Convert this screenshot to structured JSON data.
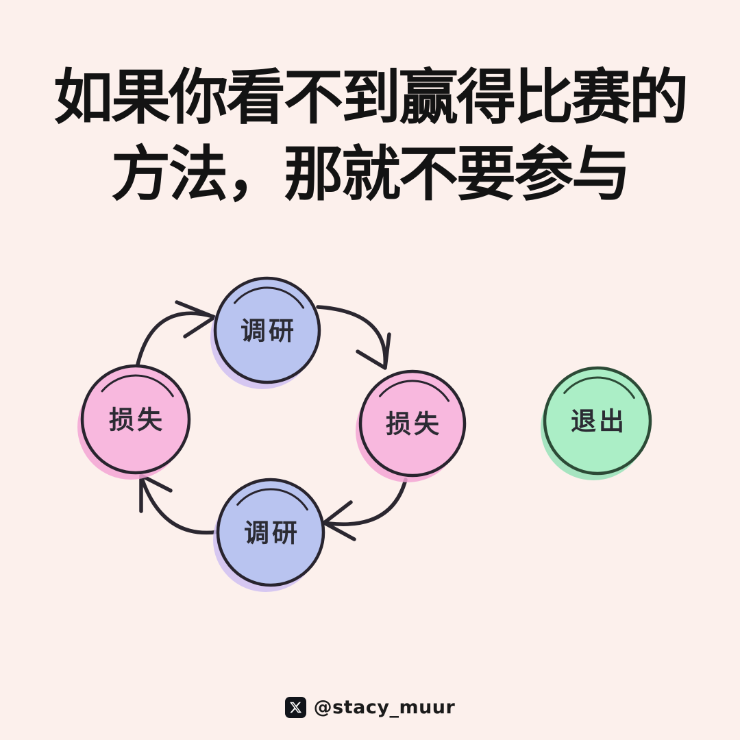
{
  "page": {
    "background_color": "#fcf0ec"
  },
  "title": {
    "line1": "如果你看不到赢得比赛的",
    "line2": "方法，那就不要参与",
    "color": "#131313"
  },
  "diagram": {
    "type": "cycle-with-exit",
    "outline_color": "#28242e",
    "arrow_color": "#2b2730",
    "cycle": [
      {
        "position": "top",
        "label": "调研",
        "fill": "#b9c4f0",
        "shadow": "#cfc0f2"
      },
      {
        "position": "right",
        "label": "损失",
        "fill": "#f8b8de",
        "shadow": "#f3a5d5"
      },
      {
        "position": "bottom",
        "label": "调研",
        "fill": "#b9c4f0",
        "shadow": "#cfc0f2"
      },
      {
        "position": "left",
        "label": "损失",
        "fill": "#f8b8de",
        "shadow": "#f3a5d5"
      }
    ],
    "arrows": [
      {
        "from": "left",
        "to": "top"
      },
      {
        "from": "top",
        "to": "right"
      },
      {
        "from": "right",
        "to": "bottom"
      },
      {
        "from": "bottom",
        "to": "left"
      }
    ],
    "exit_node": {
      "label": "退出",
      "fill": "#abeec6",
      "shadow": "#97e2b8",
      "outline": "#2c4a36"
    }
  },
  "footer": {
    "logo": "x-logo",
    "handle": "@stacy_muur"
  }
}
